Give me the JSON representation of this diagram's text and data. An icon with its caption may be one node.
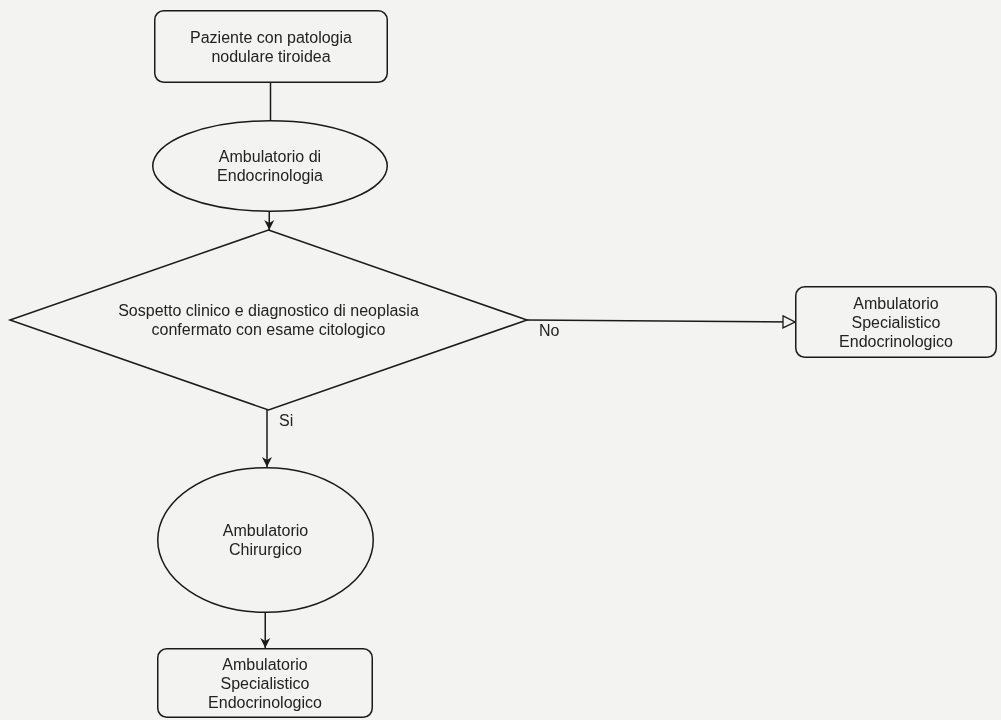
{
  "diagram": {
    "nodes": [
      {
        "text": [
          "Paziente con patologia nodulare tiroidea"
        ]
      },
      {
        "text": [
          "Ambulatorio di Endocrinologia"
        ]
      },
      {
        "text": [
          "Sospetto clinico e diagnostico di neoplasia confermato con esame citologico"
        ]
      },
      {
        "text": [
          "Ambulatorio Specialistico Endocrinologico"
        ]
      },
      {
        "text": [
          "Ambulatorio Chirurgico"
        ]
      },
      {
        "text": [
          "Ambulatorio Specialistico Endocrinologico"
        ]
      }
    ],
    "edges": [
      {
        "from": 0,
        "to": 1,
        "arrow": "none"
      },
      {
        "from": 1,
        "to": 2,
        "arrow": "to"
      },
      {
        "from": 2,
        "to": 3,
        "arrow": "to",
        "label": "No"
      },
      {
        "from": 2,
        "to": 4,
        "arrow": "to",
        "label": "Si"
      },
      {
        "from": 4,
        "to": 5,
        "arrow": "to"
      }
    ]
  }
}
